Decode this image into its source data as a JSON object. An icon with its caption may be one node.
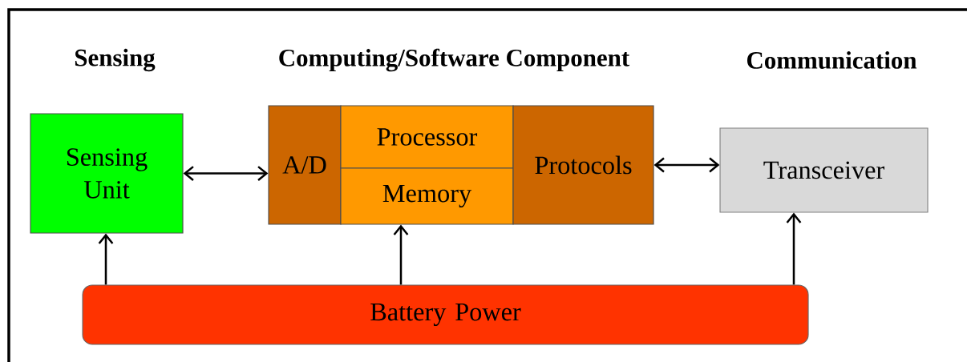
{
  "diagram": {
    "nodes": [
      {
        "text": [
          "Sensing Unit"
        ]
      },
      {
        "text": [
          "A/D"
        ]
      },
      {
        "text": [
          "Processor"
        ]
      },
      {
        "text": [
          "Memory"
        ]
      },
      {
        "text": [
          "Protocols"
        ]
      },
      {
        "text": [
          "Transceiver"
        ]
      },
      {
        "text": [
          "Battery Power"
        ]
      }
    ],
    "edges": [
      {
        "from": 0,
        "to": 1,
        "arrow": "both"
      },
      {
        "from": 4,
        "to": 5,
        "arrow": "both"
      },
      {
        "from": 6,
        "to": 0,
        "arrow": "to"
      },
      {
        "from": 6,
        "to": 3,
        "arrow": "to"
      },
      {
        "from": 6,
        "to": 5,
        "arrow": "to"
      }
    ],
    "labels": [
      "Sensing",
      "Computing/Software Component",
      "Communication"
    ]
  }
}
